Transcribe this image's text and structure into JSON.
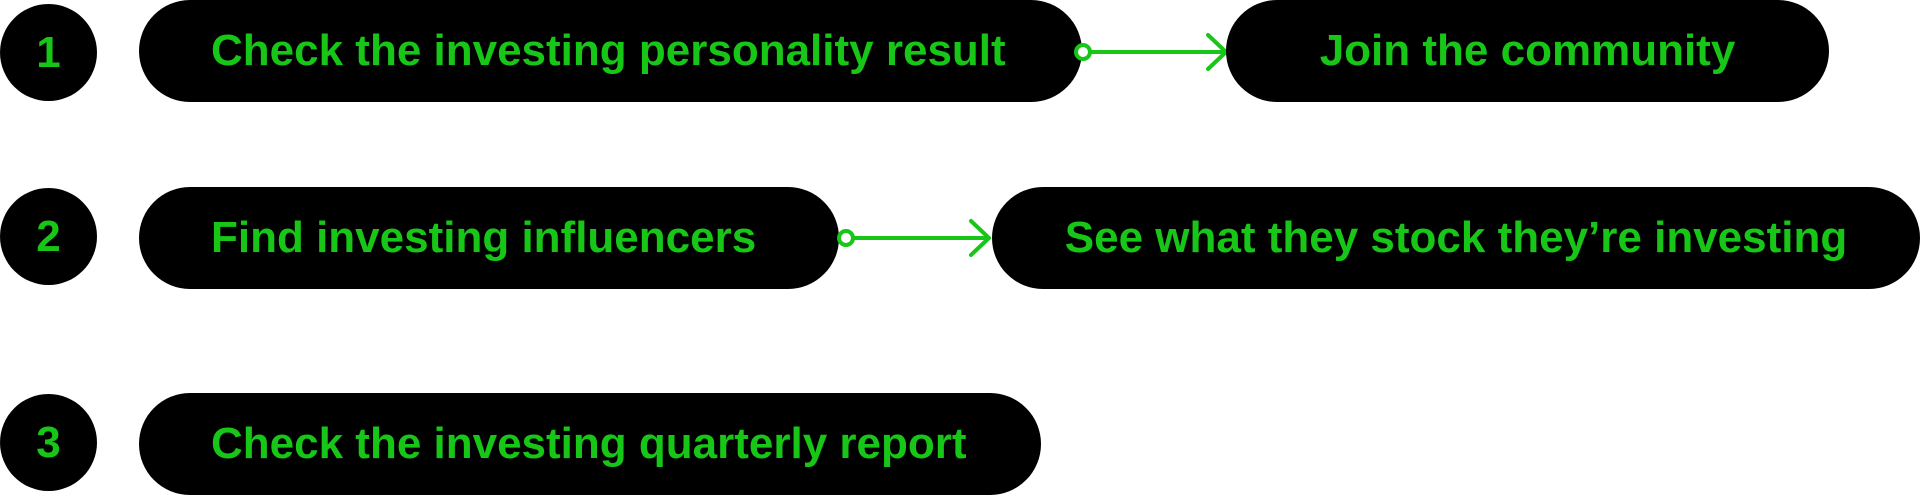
{
  "colors": {
    "accent": "#17c617",
    "pill": "#000000",
    "background": "#ffffff"
  },
  "rows": [
    {
      "number": "1",
      "steps": [
        "Check the investing personality result",
        "Join the community"
      ]
    },
    {
      "number": "2",
      "steps": [
        "Find investing influencers",
        "See what they stock they’re investing"
      ]
    },
    {
      "number": "3",
      "steps": [
        "Check the investing quarterly report"
      ]
    }
  ]
}
